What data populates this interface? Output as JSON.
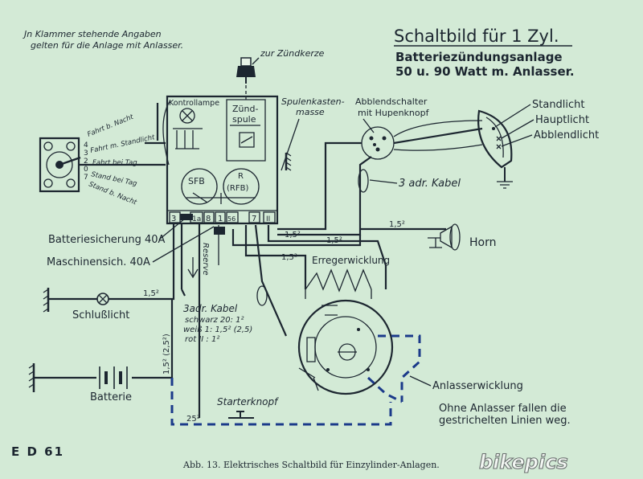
{
  "title": {
    "line1": "Schaltbild für 1 Zyl.",
    "line2": "Batteriezündungsanlage",
    "line3": "50 u. 90 Watt m. Anlasser."
  },
  "note": {
    "line1": "Jn Klammer stehende Angaben",
    "line2": "gelten für die Anlage mit Anlasser."
  },
  "switch_positions": [
    "Fahrt b. Nacht",
    "Fahrt m. Standlicht",
    "Fahrt bei Tag",
    "Stand bei Tag",
    "Stand b. Nacht"
  ],
  "switch_numbers": [
    "7",
    "0",
    "2",
    "3",
    "4"
  ],
  "components": {
    "spark_plug": "zur Zündkerze",
    "control_lamp": "Kontrollampe",
    "ignition_coil_1": "Zünd-",
    "ignition_coil_2": "spule",
    "coil_ground_1": "Spulenkasten-",
    "coil_ground_2": "masse",
    "dimmer_1": "Abblendschalter",
    "dimmer_2": "mit Hupenknopf",
    "parking_light": "Standlicht",
    "main_light": "Hauptlicht",
    "dipped_light": "Abblendlicht",
    "cable_3": "3 adr. Kabel",
    "horn": "Horn",
    "sfb": "SFB",
    "r": "R",
    "rfb": "(RFB)",
    "battery_fuse": "Batteriesicherung 40A",
    "machine_fuse": "Maschinensich. 40A",
    "reserve": "Reserve",
    "field_winding": "Erregerwicklung",
    "tail_light": "Schlußlicht",
    "cable_3b": "3adr. Kabel",
    "cable_black": "schwarz 20: 1²",
    "cable_white": "weiß 1: 1,5² (2,5)",
    "cable_red": "rot II : 1²",
    "battery": "Batterie",
    "starter_button": "Starterknopf",
    "starter_winding": "Anlasserwicklung",
    "no_starter_1": "Ohne Anlasser fallen die",
    "no_starter_2": "gestrichelten Linien weg."
  },
  "terminals": [
    "3",
    "1a",
    "8",
    "1",
    "56",
    "7",
    "II"
  ],
  "wire_sizes": {
    "w1": "1,5²",
    "w2": "1,5²",
    "w3": "1,5²",
    "w4": "1,5²",
    "w5": "1,5²",
    "w6": "1,5² (2,5²)",
    "w7": "25²"
  },
  "footer": {
    "code": "E D 61",
    "caption": "Abb. 13.   Elektrisches Schaltbild für Einzylinder-Anlagen.",
    "watermark": "bikepics"
  }
}
